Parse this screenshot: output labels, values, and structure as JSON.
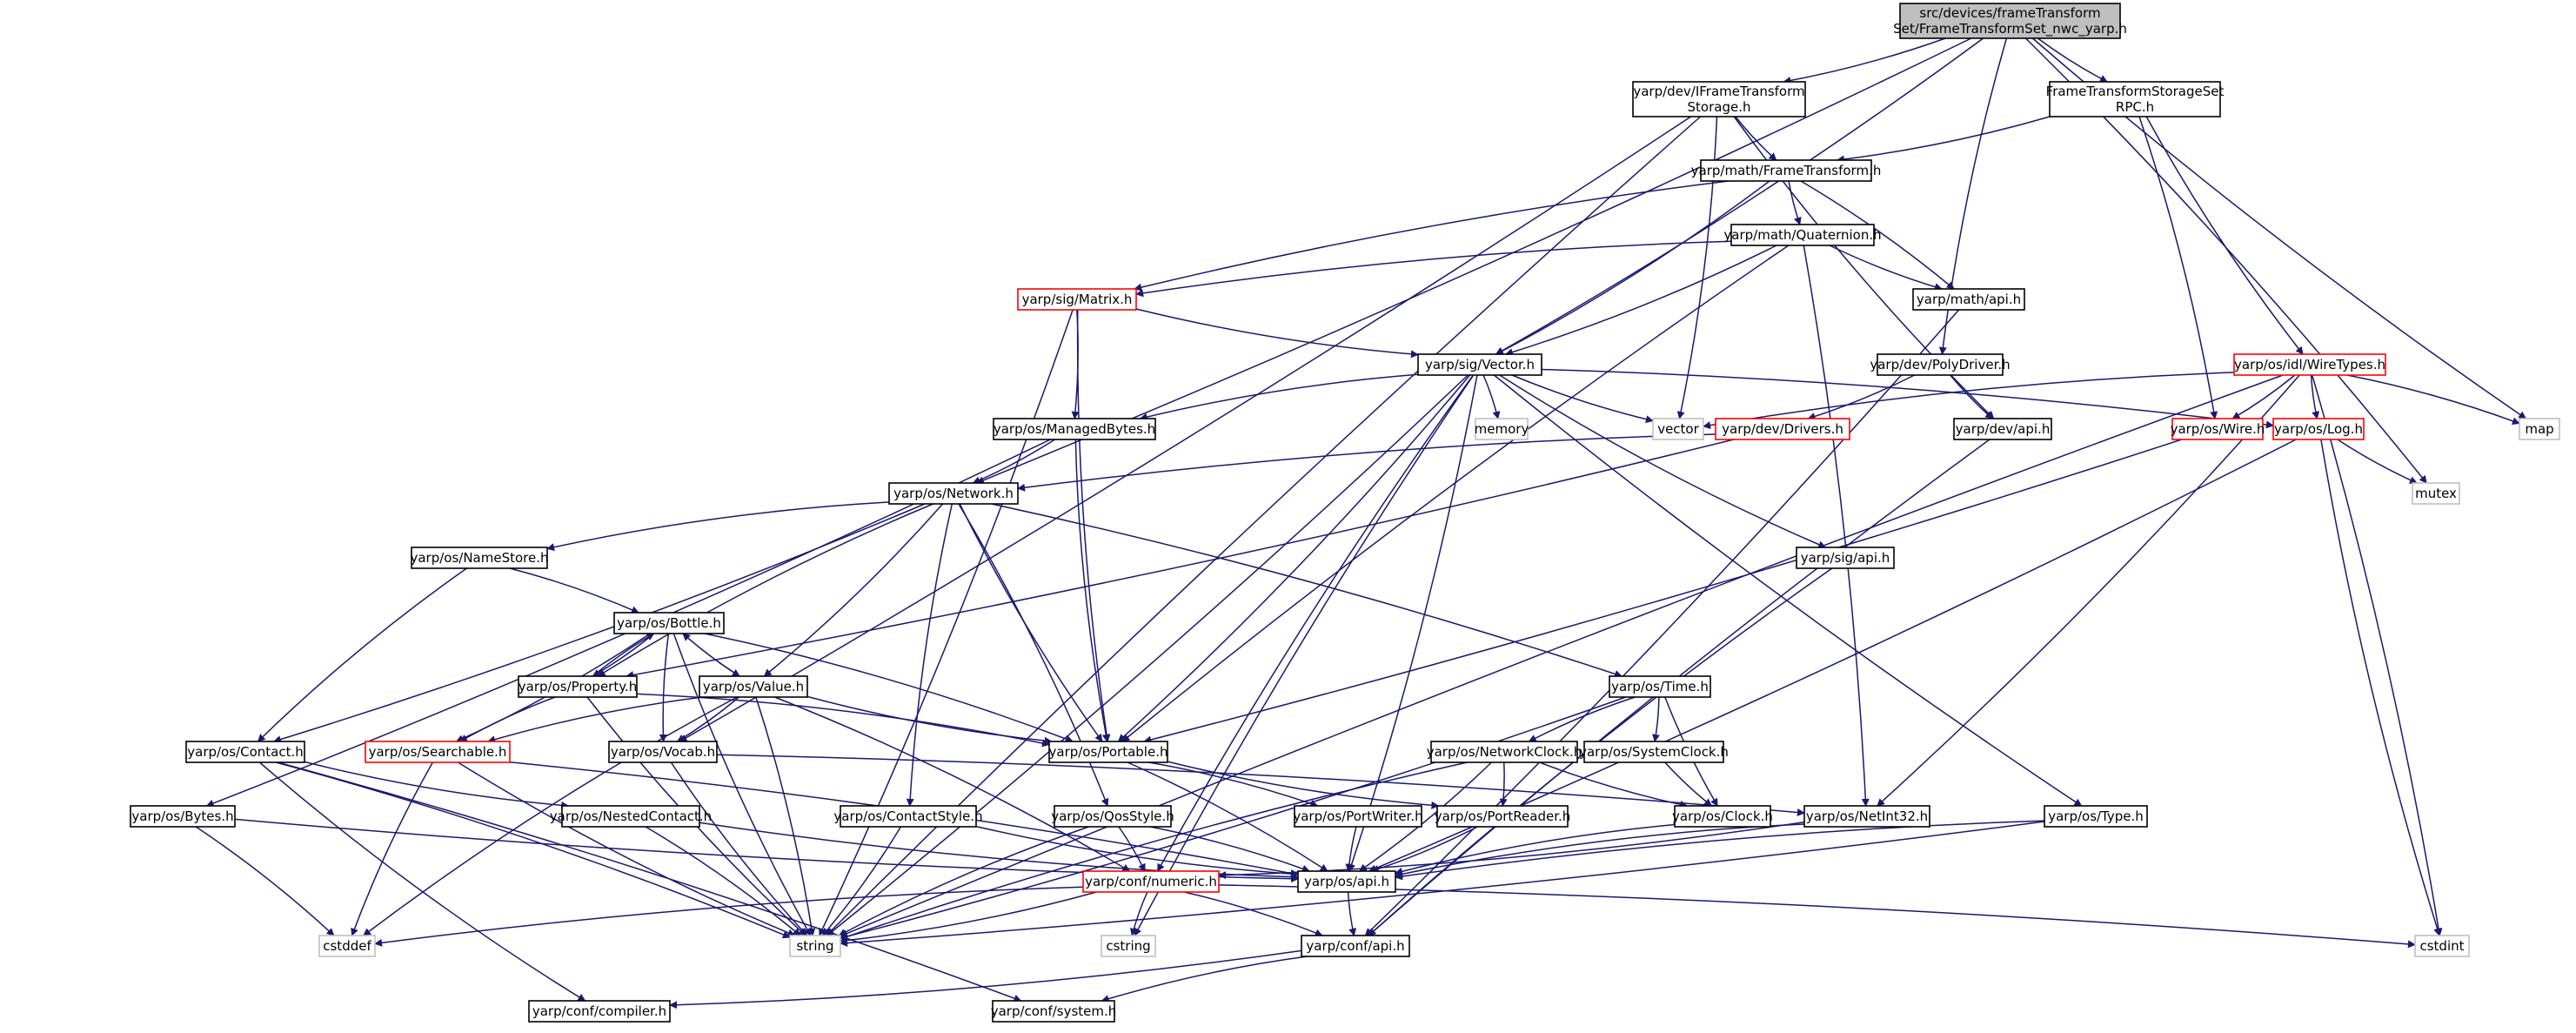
{
  "colors": {
    "edge": "#191970",
    "root_fill": "#bfbfbf",
    "node_border": "#000000",
    "incomplete_border": "#ff0000",
    "system_border": "#bfbfbf"
  },
  "nodes": {
    "root": {
      "lines": [
        "src/devices/frameTransform",
        "Set/FrameTransformSet_nwc_yarp.h"
      ],
      "kind": "root"
    },
    "iframe": {
      "lines": [
        "yarp/dev/IFrameTransform",
        "Storage.h"
      ],
      "kind": "normal"
    },
    "ftsrpc": {
      "lines": [
        "FrameTransformStorageSet",
        "RPC.h"
      ],
      "kind": "normal"
    },
    "mathft": {
      "lines": [
        "yarp/math/FrameTransform.h"
      ],
      "kind": "normal"
    },
    "quat": {
      "lines": [
        "yarp/math/Quaternion.h"
      ],
      "kind": "normal"
    },
    "mathapi": {
      "lines": [
        "yarp/math/api.h"
      ],
      "kind": "normal"
    },
    "matrix": {
      "lines": [
        "yarp/sig/Matrix.h"
      ],
      "kind": "red"
    },
    "vector": {
      "lines": [
        "yarp/sig/Vector.h"
      ],
      "kind": "normal"
    },
    "polydriver": {
      "lines": [
        "yarp/dev/PolyDriver.h"
      ],
      "kind": "normal"
    },
    "wiretypes": {
      "lines": [
        "yarp/os/idl/WireTypes.h"
      ],
      "kind": "red"
    },
    "memory": {
      "lines": [
        "memory"
      ],
      "kind": "sys"
    },
    "vecstd": {
      "lines": [
        "vector"
      ],
      "kind": "sys"
    },
    "drivers": {
      "lines": [
        "yarp/dev/Drivers.h"
      ],
      "kind": "red"
    },
    "devapi": {
      "lines": [
        "yarp/dev/api.h"
      ],
      "kind": "normal"
    },
    "wire": {
      "lines": [
        "yarp/os/Wire.h"
      ],
      "kind": "red"
    },
    "log": {
      "lines": [
        "yarp/os/Log.h"
      ],
      "kind": "red"
    },
    "map": {
      "lines": [
        "map"
      ],
      "kind": "sys"
    },
    "mutex": {
      "lines": [
        "mutex"
      ],
      "kind": "sys"
    },
    "managed": {
      "lines": [
        "yarp/os/ManagedBytes.h"
      ],
      "kind": "normal"
    },
    "network": {
      "lines": [
        "yarp/os/Network.h"
      ],
      "kind": "normal"
    },
    "sigapi": {
      "lines": [
        "yarp/sig/api.h"
      ],
      "kind": "normal"
    },
    "namestore": {
      "lines": [
        "yarp/os/NameStore.h"
      ],
      "kind": "normal"
    },
    "bottle": {
      "lines": [
        "yarp/os/Bottle.h"
      ],
      "kind": "normal"
    },
    "property": {
      "lines": [
        "yarp/os/Property.h"
      ],
      "kind": "normal"
    },
    "value": {
      "lines": [
        "yarp/os/Value.h"
      ],
      "kind": "normal"
    },
    "time": {
      "lines": [
        "yarp/os/Time.h"
      ],
      "kind": "normal"
    },
    "contact": {
      "lines": [
        "yarp/os/Contact.h"
      ],
      "kind": "normal"
    },
    "searchable": {
      "lines": [
        "yarp/os/Searchable.h"
      ],
      "kind": "red"
    },
    "vocab": {
      "lines": [
        "yarp/os/Vocab.h"
      ],
      "kind": "normal"
    },
    "portable": {
      "lines": [
        "yarp/os/Portable.h"
      ],
      "kind": "normal"
    },
    "netclock": {
      "lines": [
        "yarp/os/NetworkClock.h"
      ],
      "kind": "normal"
    },
    "sysclock": {
      "lines": [
        "yarp/os/SystemClock.h"
      ],
      "kind": "normal"
    },
    "bytes": {
      "lines": [
        "yarp/os/Bytes.h"
      ],
      "kind": "normal"
    },
    "nested": {
      "lines": [
        "yarp/os/NestedContact.h"
      ],
      "kind": "normal"
    },
    "cstyle": {
      "lines": [
        "yarp/os/ContactStyle.h"
      ],
      "kind": "normal"
    },
    "qos": {
      "lines": [
        "yarp/os/QosStyle.h"
      ],
      "kind": "normal"
    },
    "pwriter": {
      "lines": [
        "yarp/os/PortWriter.h"
      ],
      "kind": "normal"
    },
    "preader": {
      "lines": [
        "yarp/os/PortReader.h"
      ],
      "kind": "normal"
    },
    "clock": {
      "lines": [
        "yarp/os/Clock.h"
      ],
      "kind": "normal"
    },
    "netint": {
      "lines": [
        "yarp/os/NetInt32.h"
      ],
      "kind": "normal"
    },
    "type": {
      "lines": [
        "yarp/os/Type.h"
      ],
      "kind": "normal"
    },
    "numeric": {
      "lines": [
        "yarp/conf/numeric.h"
      ],
      "kind": "red"
    },
    "osapi": {
      "lines": [
        "yarp/os/api.h"
      ],
      "kind": "normal"
    },
    "cstddef": {
      "lines": [
        "cstddef"
      ],
      "kind": "sys"
    },
    "string": {
      "lines": [
        "string"
      ],
      "kind": "sys"
    },
    "cstring": {
      "lines": [
        "cstring"
      ],
      "kind": "sys"
    },
    "confapi": {
      "lines": [
        "yarp/conf/api.h"
      ],
      "kind": "normal"
    },
    "cstdint": {
      "lines": [
        "cstdint"
      ],
      "kind": "sys"
    },
    "compiler": {
      "lines": [
        "yarp/conf/compiler.h"
      ],
      "kind": "normal"
    },
    "system": {
      "lines": [
        "yarp/conf/system.h"
      ],
      "kind": "normal"
    }
  },
  "edges": [
    [
      "root",
      "iframe"
    ],
    [
      "root",
      "ftsrpc"
    ],
    [
      "root",
      "vector"
    ],
    [
      "root",
      "polydriver"
    ],
    [
      "root",
      "network"
    ],
    [
      "root",
      "map"
    ],
    [
      "root",
      "mutex"
    ],
    [
      "iframe",
      "mathft"
    ],
    [
      "iframe",
      "vecstd"
    ],
    [
      "iframe",
      "devapi"
    ],
    [
      "iframe",
      "vocab"
    ],
    [
      "iframe",
      "string"
    ],
    [
      "ftsrpc",
      "mathft"
    ],
    [
      "ftsrpc",
      "wiretypes"
    ],
    [
      "ftsrpc",
      "wire"
    ],
    [
      "mathft",
      "matrix"
    ],
    [
      "mathft",
      "vector"
    ],
    [
      "mathft",
      "quat"
    ],
    [
      "mathft",
      "mathapi"
    ],
    [
      "quat",
      "matrix"
    ],
    [
      "quat",
      "vector"
    ],
    [
      "quat",
      "mathapi"
    ],
    [
      "quat",
      "netint"
    ],
    [
      "quat",
      "portable"
    ],
    [
      "mathapi",
      "confapi"
    ],
    [
      "matrix",
      "vector"
    ],
    [
      "matrix",
      "managed"
    ],
    [
      "matrix",
      "portable"
    ],
    [
      "matrix",
      "string"
    ],
    [
      "vector",
      "managed"
    ],
    [
      "vector",
      "memory"
    ],
    [
      "vector",
      "vecstd"
    ],
    [
      "vector",
      "log"
    ],
    [
      "vector",
      "sigapi"
    ],
    [
      "vector",
      "portable"
    ],
    [
      "vector",
      "type"
    ],
    [
      "vector",
      "osapi"
    ],
    [
      "vector",
      "cstring"
    ],
    [
      "vector",
      "string"
    ],
    [
      "vector",
      "numeric"
    ],
    [
      "polydriver",
      "drivers"
    ],
    [
      "polydriver",
      "devapi"
    ],
    [
      "wiretypes",
      "wire"
    ],
    [
      "wiretypes",
      "log"
    ],
    [
      "wiretypes",
      "map"
    ],
    [
      "wiretypes",
      "vecstd"
    ],
    [
      "wiretypes",
      "netint"
    ],
    [
      "wiretypes",
      "string"
    ],
    [
      "wiretypes",
      "cstdint"
    ],
    [
      "drivers",
      "network"
    ],
    [
      "drivers",
      "property"
    ],
    [
      "devapi",
      "confapi"
    ],
    [
      "wire",
      "portable"
    ],
    [
      "log",
      "mutex"
    ],
    [
      "log",
      "osapi"
    ],
    [
      "log",
      "cstdint"
    ],
    [
      "managed",
      "network"
    ],
    [
      "managed",
      "portable"
    ],
    [
      "managed",
      "bytes"
    ],
    [
      "network",
      "namestore"
    ],
    [
      "network",
      "contact"
    ],
    [
      "network",
      "property"
    ],
    [
      "network",
      "value"
    ],
    [
      "network",
      "portable"
    ],
    [
      "network",
      "time"
    ],
    [
      "network",
      "cstyle"
    ],
    [
      "network",
      "qos"
    ],
    [
      "sigapi",
      "confapi"
    ],
    [
      "namestore",
      "bottle"
    ],
    [
      "namestore",
      "contact"
    ],
    [
      "bottle",
      "property"
    ],
    [
      "bottle",
      "value"
    ],
    [
      "bottle",
      "searchable"
    ],
    [
      "bottle",
      "vocab"
    ],
    [
      "bottle",
      "portable"
    ],
    [
      "bottle",
      "string"
    ],
    [
      "property",
      "bottle"
    ],
    [
      "property",
      "searchable"
    ],
    [
      "property",
      "portable"
    ],
    [
      "property",
      "string"
    ],
    [
      "value",
      "bottle"
    ],
    [
      "value",
      "searchable"
    ],
    [
      "value",
      "vocab"
    ],
    [
      "value",
      "portable"
    ],
    [
      "value",
      "string"
    ],
    [
      "value",
      "cstddef"
    ],
    [
      "value",
      "numeric"
    ],
    [
      "time",
      "netclock"
    ],
    [
      "time",
      "sysclock"
    ],
    [
      "time",
      "clock"
    ],
    [
      "time",
      "string"
    ],
    [
      "contact",
      "nested"
    ],
    [
      "contact",
      "string"
    ],
    [
      "contact",
      "compiler"
    ],
    [
      "contact",
      "system"
    ],
    [
      "searchable",
      "string"
    ],
    [
      "searchable",
      "osapi"
    ],
    [
      "searchable",
      "cstddef"
    ],
    [
      "vocab",
      "netint"
    ],
    [
      "vocab",
      "string"
    ],
    [
      "portable",
      "pwriter"
    ],
    [
      "portable",
      "preader"
    ],
    [
      "portable",
      "osapi"
    ],
    [
      "netclock",
      "clock"
    ],
    [
      "netclock",
      "osapi"
    ],
    [
      "netclock",
      "string"
    ],
    [
      "netclock",
      "preader"
    ],
    [
      "sysclock",
      "clock"
    ],
    [
      "bytes",
      "cstddef"
    ],
    [
      "bytes",
      "osapi"
    ],
    [
      "nested",
      "string"
    ],
    [
      "nested",
      "osapi"
    ],
    [
      "cstyle",
      "string"
    ],
    [
      "cstyle",
      "osapi"
    ],
    [
      "qos",
      "numeric"
    ],
    [
      "qos",
      "string"
    ],
    [
      "qos",
      "osapi"
    ],
    [
      "pwriter",
      "osapi"
    ],
    [
      "preader",
      "osapi"
    ],
    [
      "clock",
      "osapi"
    ],
    [
      "netint",
      "numeric"
    ],
    [
      "netint",
      "osapi"
    ],
    [
      "type",
      "string"
    ],
    [
      "type",
      "osapi"
    ],
    [
      "numeric",
      "confapi"
    ],
    [
      "numeric",
      "cstddef"
    ],
    [
      "numeric",
      "string"
    ],
    [
      "numeric",
      "cstring"
    ],
    [
      "numeric",
      "cstdint"
    ],
    [
      "osapi",
      "confapi"
    ],
    [
      "confapi",
      "compiler"
    ],
    [
      "confapi",
      "system"
    ]
  ]
}
